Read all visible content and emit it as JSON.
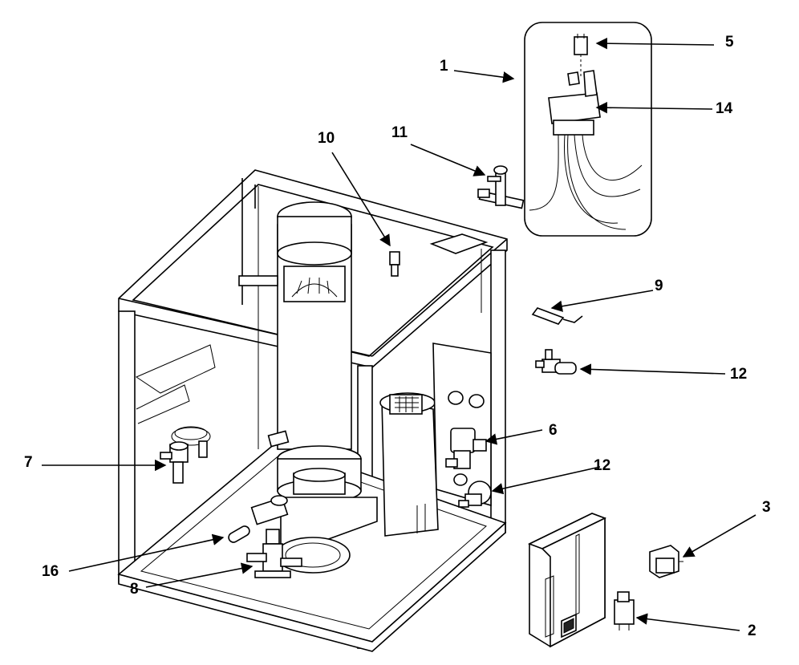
{
  "callouts": {
    "c1": "1",
    "c2": "2",
    "c3": "3",
    "c5": "5",
    "c6": "6",
    "c7": "7",
    "c8": "8",
    "c9": "9",
    "c10": "10",
    "c11": "11",
    "c12a": "12",
    "c12b": "12",
    "c14": "14",
    "c16": "16"
  }
}
